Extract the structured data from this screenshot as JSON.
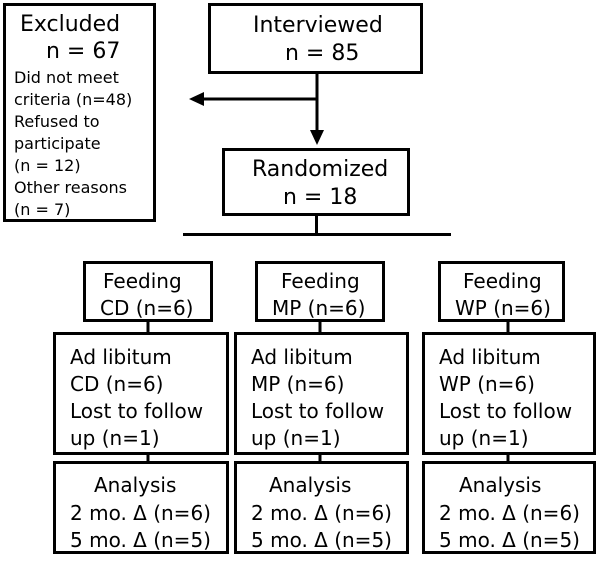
{
  "excluded": {
    "title": "Excluded",
    "count": "n = 67",
    "reasons": [
      "Did not meet",
      "criteria (n=48)",
      "Refused to",
      "participate",
      "(n = 12)",
      "Other reasons",
      "(n = 7)"
    ]
  },
  "interviewed": {
    "title": "Interviewed",
    "count": "n = 85"
  },
  "randomized": {
    "title": "Randomized",
    "count": "n = 18"
  },
  "groups": [
    {
      "feeding": [
        "Feeding",
        "CD (n=6)"
      ],
      "adlib": [
        "Ad libitum",
        "CD (n=6)",
        "Lost to follow",
        "up (n=1)"
      ],
      "analysis": [
        "Analysis",
        "2 mo. Δ (n=6)",
        "5 mo. Δ (n=5)"
      ]
    },
    {
      "feeding": [
        "Feeding",
        "MP (n=6)"
      ],
      "adlib": [
        "Ad libitum",
        "MP (n=6)",
        "Lost to follow",
        "up (n=1)"
      ],
      "analysis": [
        "Analysis",
        "2 mo. Δ (n=6)",
        "5 mo. Δ (n=5)"
      ]
    },
    {
      "feeding": [
        "Feeding",
        "WP (n=6)"
      ],
      "adlib": [
        "Ad libitum",
        "WP (n=6)",
        "Lost to follow",
        "up (n=1)"
      ],
      "analysis": [
        "Analysis",
        "2 mo. Δ (n=6)",
        "5 mo. Δ (n=5)"
      ]
    }
  ]
}
